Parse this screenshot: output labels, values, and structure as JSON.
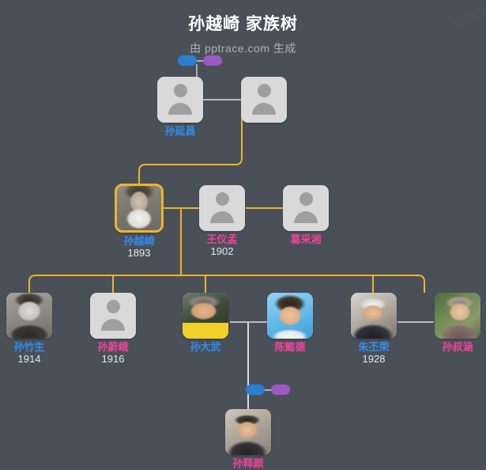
{
  "header": {
    "title": "孙越崎 家族树",
    "subtitle": "由 pptrace.com 生成",
    "watermark": "pptrace"
  },
  "colors": {
    "background": "#4a5058",
    "male_name": "#2f8ef0",
    "female_name": "#f0439a",
    "year": "#e8e9eb",
    "descent_link": "#f0b429",
    "spouse_link": "#b9bec4",
    "focus_border": "#f0b429",
    "legend_male_pill": "#2a7fd4",
    "legend_female_pill": "#9b59c4",
    "placeholder_card": "#d9d9d9",
    "placeholder_figure": "#9f9f9f"
  },
  "legend": {
    "male_pill_label": "male",
    "female_pill_label": "female"
  },
  "generations": [
    {
      "index": 1,
      "people": [
        {
          "id": "p1",
          "name": "孙延昌",
          "year": "",
          "sex": "male",
          "avatar": "placeholder-avatar",
          "focus": false
        },
        {
          "id": "p2",
          "name": "",
          "year": "",
          "sex": "female",
          "avatar": "placeholder-avatar",
          "focus": false
        }
      ]
    },
    {
      "index": 2,
      "people": [
        {
          "id": "p3",
          "name": "孙越崎",
          "year": "1893",
          "sex": "male",
          "avatar": "photo-elderly-man-bw",
          "focus": true
        },
        {
          "id": "p4",
          "name": "王仪孟",
          "year": "1902",
          "sex": "female",
          "avatar": "placeholder-avatar",
          "focus": false
        },
        {
          "id": "p5",
          "name": "葛采湘",
          "year": "",
          "sex": "female",
          "avatar": "placeholder-avatar",
          "focus": false
        }
      ]
    },
    {
      "index": 3,
      "people": [
        {
          "id": "p6",
          "name": "孙竹生",
          "year": "1914",
          "sex": "male",
          "avatar": "photo-man-bw-portrait",
          "focus": false
        },
        {
          "id": "p7",
          "name": "孙蔚峨",
          "year": "1916",
          "sex": "female",
          "avatar": "placeholder-avatar",
          "focus": false
        },
        {
          "id": "p8",
          "name": "孙大武",
          "year": "",
          "sex": "male",
          "avatar": "photo-man-yellow-shirt",
          "focus": false
        },
        {
          "id": "p9",
          "name": "陈懿德",
          "year": "",
          "sex": "female",
          "avatar": "photo-woman-blue-bg",
          "focus": false
        },
        {
          "id": "p10",
          "name": "朱丕荣",
          "year": "1928",
          "sex": "male",
          "avatar": "photo-elderly-man-suit",
          "focus": false
        },
        {
          "id": "p11",
          "name": "孙叔涵",
          "year": "",
          "sex": "female",
          "avatar": "photo-elderly-woman",
          "focus": false
        }
      ]
    },
    {
      "index": 4,
      "people": [
        {
          "id": "p12",
          "name": "孙释颜",
          "year": "",
          "sex": "female",
          "avatar": "photo-woman-sunglasses",
          "focus": false
        }
      ]
    }
  ],
  "relationships": {
    "spouse_pairs": [
      {
        "a": "p1",
        "b": "p2",
        "link_color": "#b9bec4"
      },
      {
        "a": "p3",
        "b": "p4",
        "link_color": "#f0b429"
      },
      {
        "a": "p4",
        "b": "p5",
        "link_color": "#f0b429"
      },
      {
        "a": "p8",
        "b": "p9",
        "link_color": "#b9bec4"
      },
      {
        "a": "p10",
        "b": "p11",
        "link_color": "#b9bec4"
      }
    ],
    "parent_child": [
      {
        "parents": [
          "p1",
          "p2"
        ],
        "children": [
          "p3"
        ]
      },
      {
        "parents": [
          "p3",
          "p4"
        ],
        "children": [
          "p6",
          "p7",
          "p8",
          "p10",
          "p11"
        ]
      },
      {
        "parents": [
          "p8",
          "p9"
        ],
        "children": [
          "p12"
        ]
      }
    ]
  }
}
